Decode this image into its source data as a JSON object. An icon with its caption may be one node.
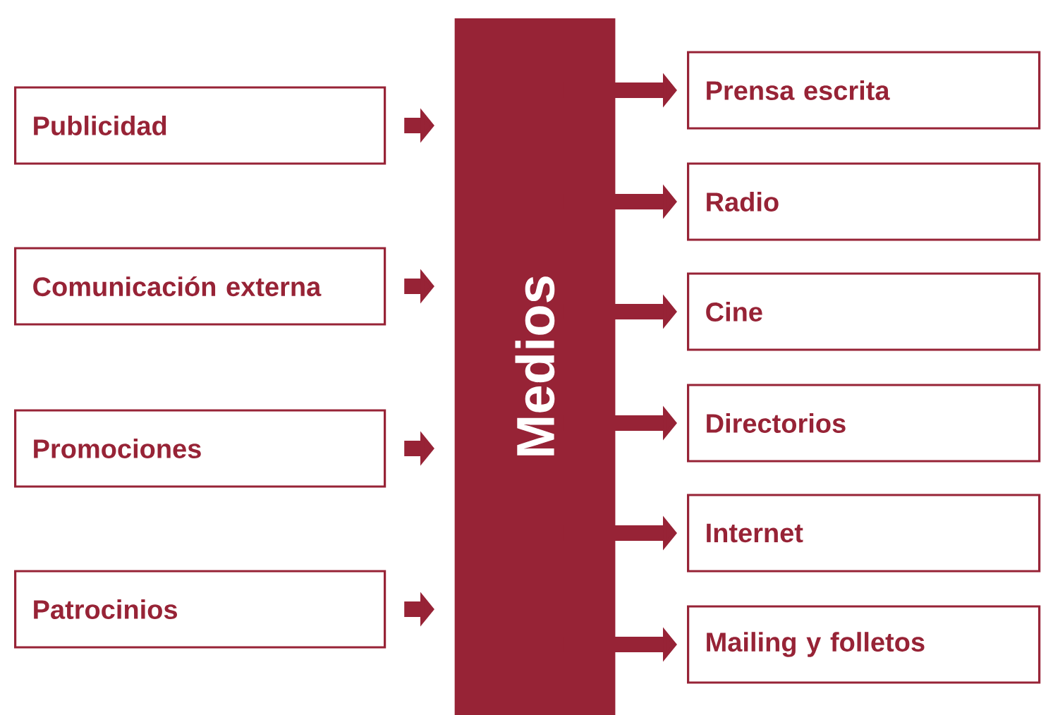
{
  "diagram": {
    "nodes": [
      {
        "text": [
          "Publicidad"
        ]
      },
      {
        "text": [
          "Comunicación externa"
        ]
      },
      {
        "text": [
          "Promociones"
        ]
      },
      {
        "text": [
          "Patrocinios"
        ]
      },
      {
        "text": [
          "Medios"
        ]
      },
      {
        "text": [
          "Prensa escrita"
        ]
      },
      {
        "text": [
          "Radio"
        ]
      },
      {
        "text": [
          "Cine"
        ]
      },
      {
        "text": [
          "Directorios"
        ]
      },
      {
        "text": [
          "Internet"
        ]
      },
      {
        "text": [
          "Mailing y folletos"
        ]
      }
    ],
    "edges": [
      {
        "from": 0,
        "to": 4,
        "arrow": "to"
      },
      {
        "from": 1,
        "to": 4,
        "arrow": "to"
      },
      {
        "from": 2,
        "to": 4,
        "arrow": "to"
      },
      {
        "from": 3,
        "to": 4,
        "arrow": "to"
      },
      {
        "from": 4,
        "to": 5,
        "arrow": "to"
      },
      {
        "from": 4,
        "to": 6,
        "arrow": "to"
      },
      {
        "from": 4,
        "to": 7,
        "arrow": "to"
      },
      {
        "from": 4,
        "to": 8,
        "arrow": "to"
      },
      {
        "from": 4,
        "to": 9,
        "arrow": "to"
      },
      {
        "from": 4,
        "to": 10,
        "arrow": "to"
      }
    ]
  }
}
